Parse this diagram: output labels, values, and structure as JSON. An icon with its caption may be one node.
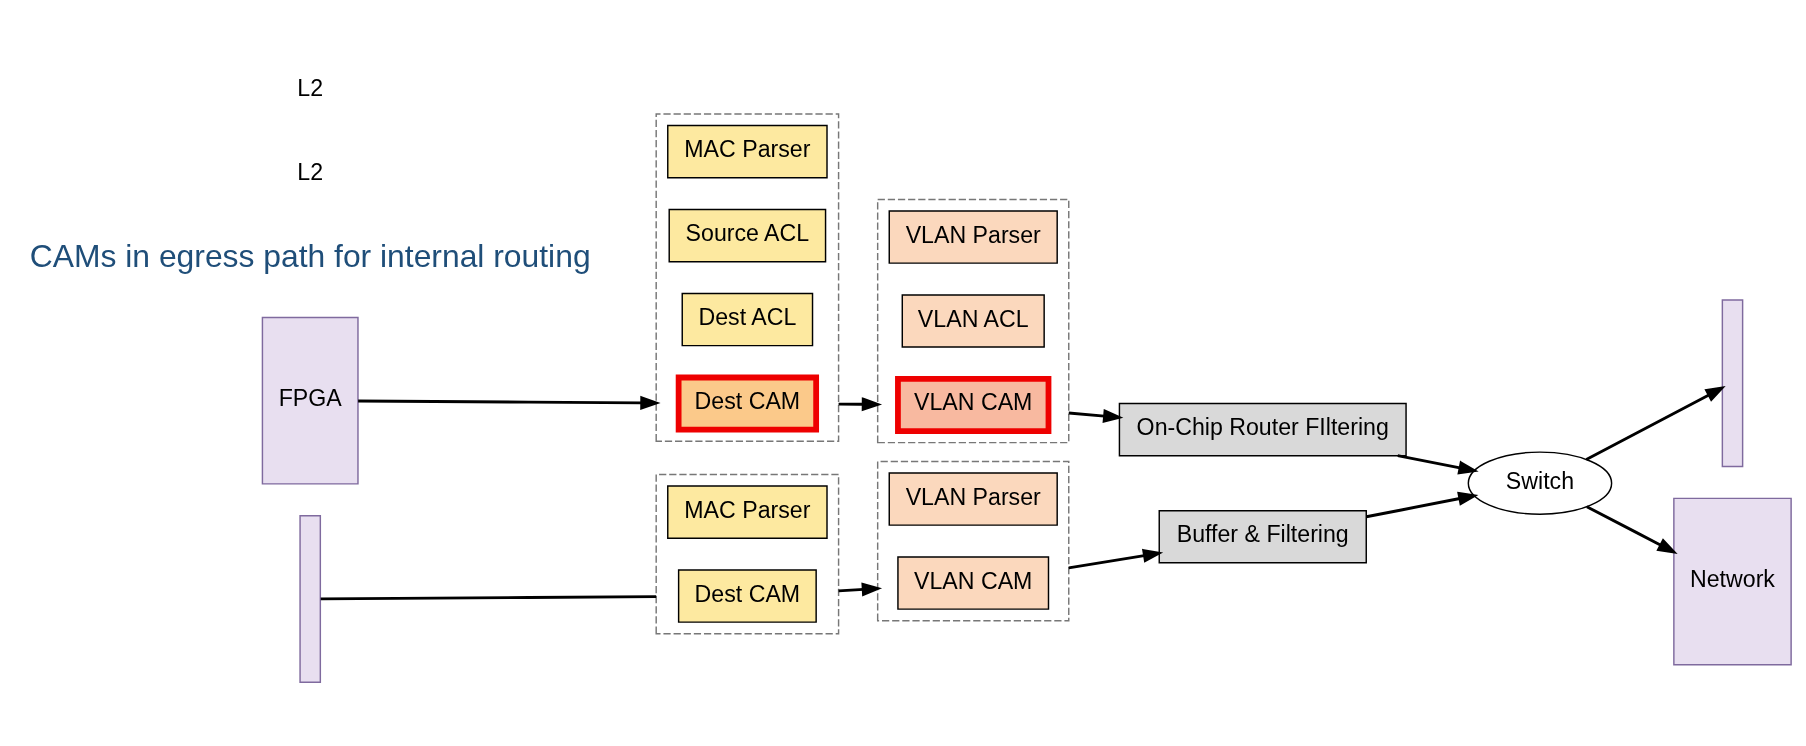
{
  "diagram": {
    "nodes": [
      {
        "text": [
          "FPGA"
        ]
      },
      {
        "text": [],
        "shape": "bar"
      },
      {
        "text": [],
        "shape": "box"
      },
      {
        "text": [
          "MAC Parser"
        ],
        "in": 2
      },
      {
        "text": [
          "Source ACL"
        ],
        "in": 2
      },
      {
        "text": [
          "Dest ACL"
        ],
        "in": 2
      },
      {
        "text": [
          "Dest CAM"
        ],
        "in": 2
      },
      {
        "text": [],
        "shape": "box"
      },
      {
        "text": [
          "VLAN Parser"
        ],
        "in": 7
      },
      {
        "text": [
          "VLAN ACL"
        ],
        "in": 7
      },
      {
        "text": [
          "VLAN CAM"
        ],
        "in": 7
      },
      {
        "text": [
          "On-Chip Router FIltering"
        ]
      },
      {
        "text": [
          "Switch"
        ]
      },
      {
        "text": [
          "Network"
        ]
      },
      {
        "text": [],
        "shape": "bar"
      },
      {
        "text": [
          "Buffer & Filtering"
        ]
      },
      {
        "text": [],
        "shape": "box"
      },
      {
        "text": [
          "VLAN Parser"
        ],
        "in": 16
      },
      {
        "text": [
          "VLAN CAM"
        ],
        "in": 16
      },
      {
        "text": [],
        "shape": "box"
      },
      {
        "text": [
          "MAC Parser"
        ],
        "in": 19
      },
      {
        "text": [
          "Dest CAM"
        ],
        "in": 19
      }
    ],
    "edges": [
      {
        "from": 0,
        "to": 2,
        "arrow": "to"
      },
      {
        "from": 2,
        "to": 7,
        "arrow": "to"
      },
      {
        "from": 7,
        "to": 11,
        "arrow": "to"
      },
      {
        "from": 11,
        "to": 12,
        "arrow": "to"
      },
      {
        "from": 12,
        "to": 13,
        "arrow": "to"
      },
      {
        "from": 12,
        "to": 1,
        "arrow": "to"
      },
      {
        "from": 15,
        "to": 12,
        "arrow": "to"
      },
      {
        "from": 14,
        "to": 19,
        "arrow": "none"
      },
      {
        "from": 19,
        "to": 16,
        "arrow": "to"
      },
      {
        "from": 16,
        "to": 15,
        "arrow": "to"
      }
    ],
    "labels": [
      "CAMs in egress path for internal routing",
      "L2",
      "L2"
    ]
  }
}
